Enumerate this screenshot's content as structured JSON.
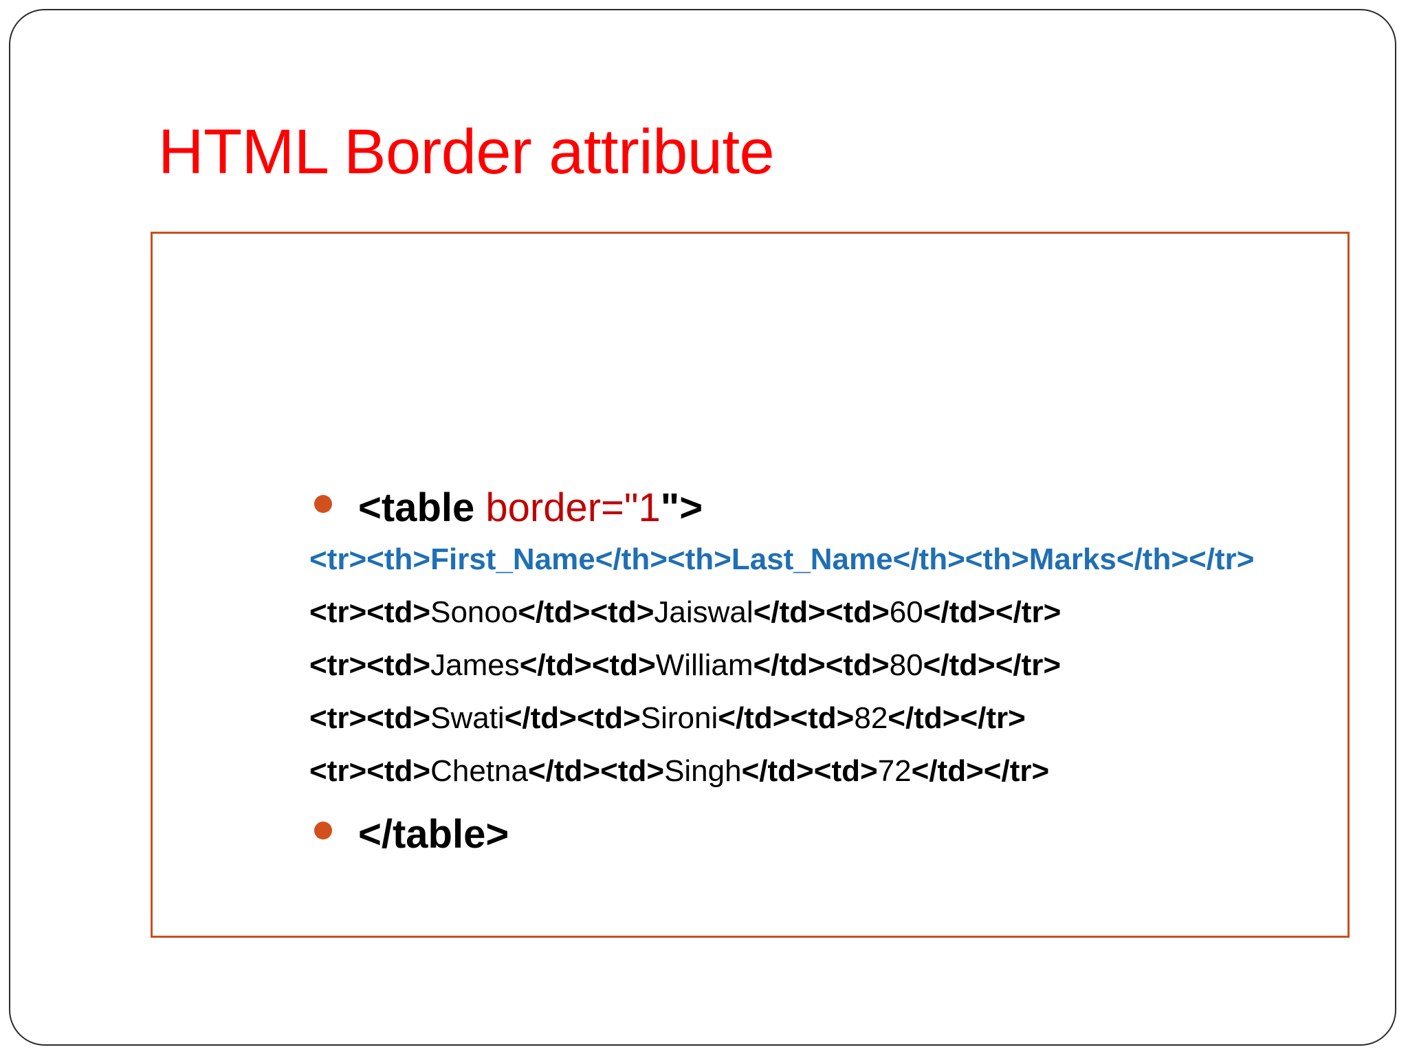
{
  "slide": {
    "title": "HTML Border attribute",
    "title_color": "#FF0000",
    "border_color": "#2b2b2b",
    "content_box_border_color": "#C8501E",
    "bullet_color": "#D2501E",
    "header_row_color": "#1F6FB4",
    "attribute_color": "#C00000"
  },
  "bullets": [
    {
      "tag": "<table",
      "attribute": " border=\"1",
      "close": "\">"
    },
    {
      "tag": "</table>",
      "attribute": "",
      "close": ""
    }
  ],
  "code": {
    "header_line": "<tr><th>First_Name</th><th>Last_Name</th><th>Marks</th></tr>",
    "header_parts": {
      "tr_open": "<tr>",
      "th1_open": "<th>",
      "col1": "First_Name",
      "th1_close": "</th>",
      "th2_open": "<th>",
      "col2": "Last_Name",
      "th2_close": "</th>",
      "th3_open": "<th>",
      "col3": "Marks",
      "th3_close": "</th>",
      "tr_close": "</tr>"
    },
    "tags": {
      "tr_open": "<tr>",
      "td_open": "<td>",
      "td_close": "</td>",
      "tr_close": "</tr>"
    },
    "rows": [
      {
        "first_name": "Sonoo",
        "last_name": "Jaiswal",
        "marks": "60"
      },
      {
        "first_name": "James",
        "last_name": "William",
        "marks": "80"
      },
      {
        "first_name": "Swati",
        "last_name": "Sironi",
        "marks": "82"
      },
      {
        "first_name": "Chetna",
        "last_name": "Singh",
        "marks": "72"
      }
    ]
  },
  "table_data": {
    "type": "table",
    "columns": [
      "First_Name",
      "Last_Name",
      "Marks"
    ],
    "rows": [
      [
        "Sonoo",
        "Jaiswal",
        60
      ],
      [
        "James",
        "William",
        80
      ],
      [
        "Swati",
        "Sironi",
        82
      ],
      [
        "Chetna",
        "Singh",
        72
      ]
    ]
  }
}
